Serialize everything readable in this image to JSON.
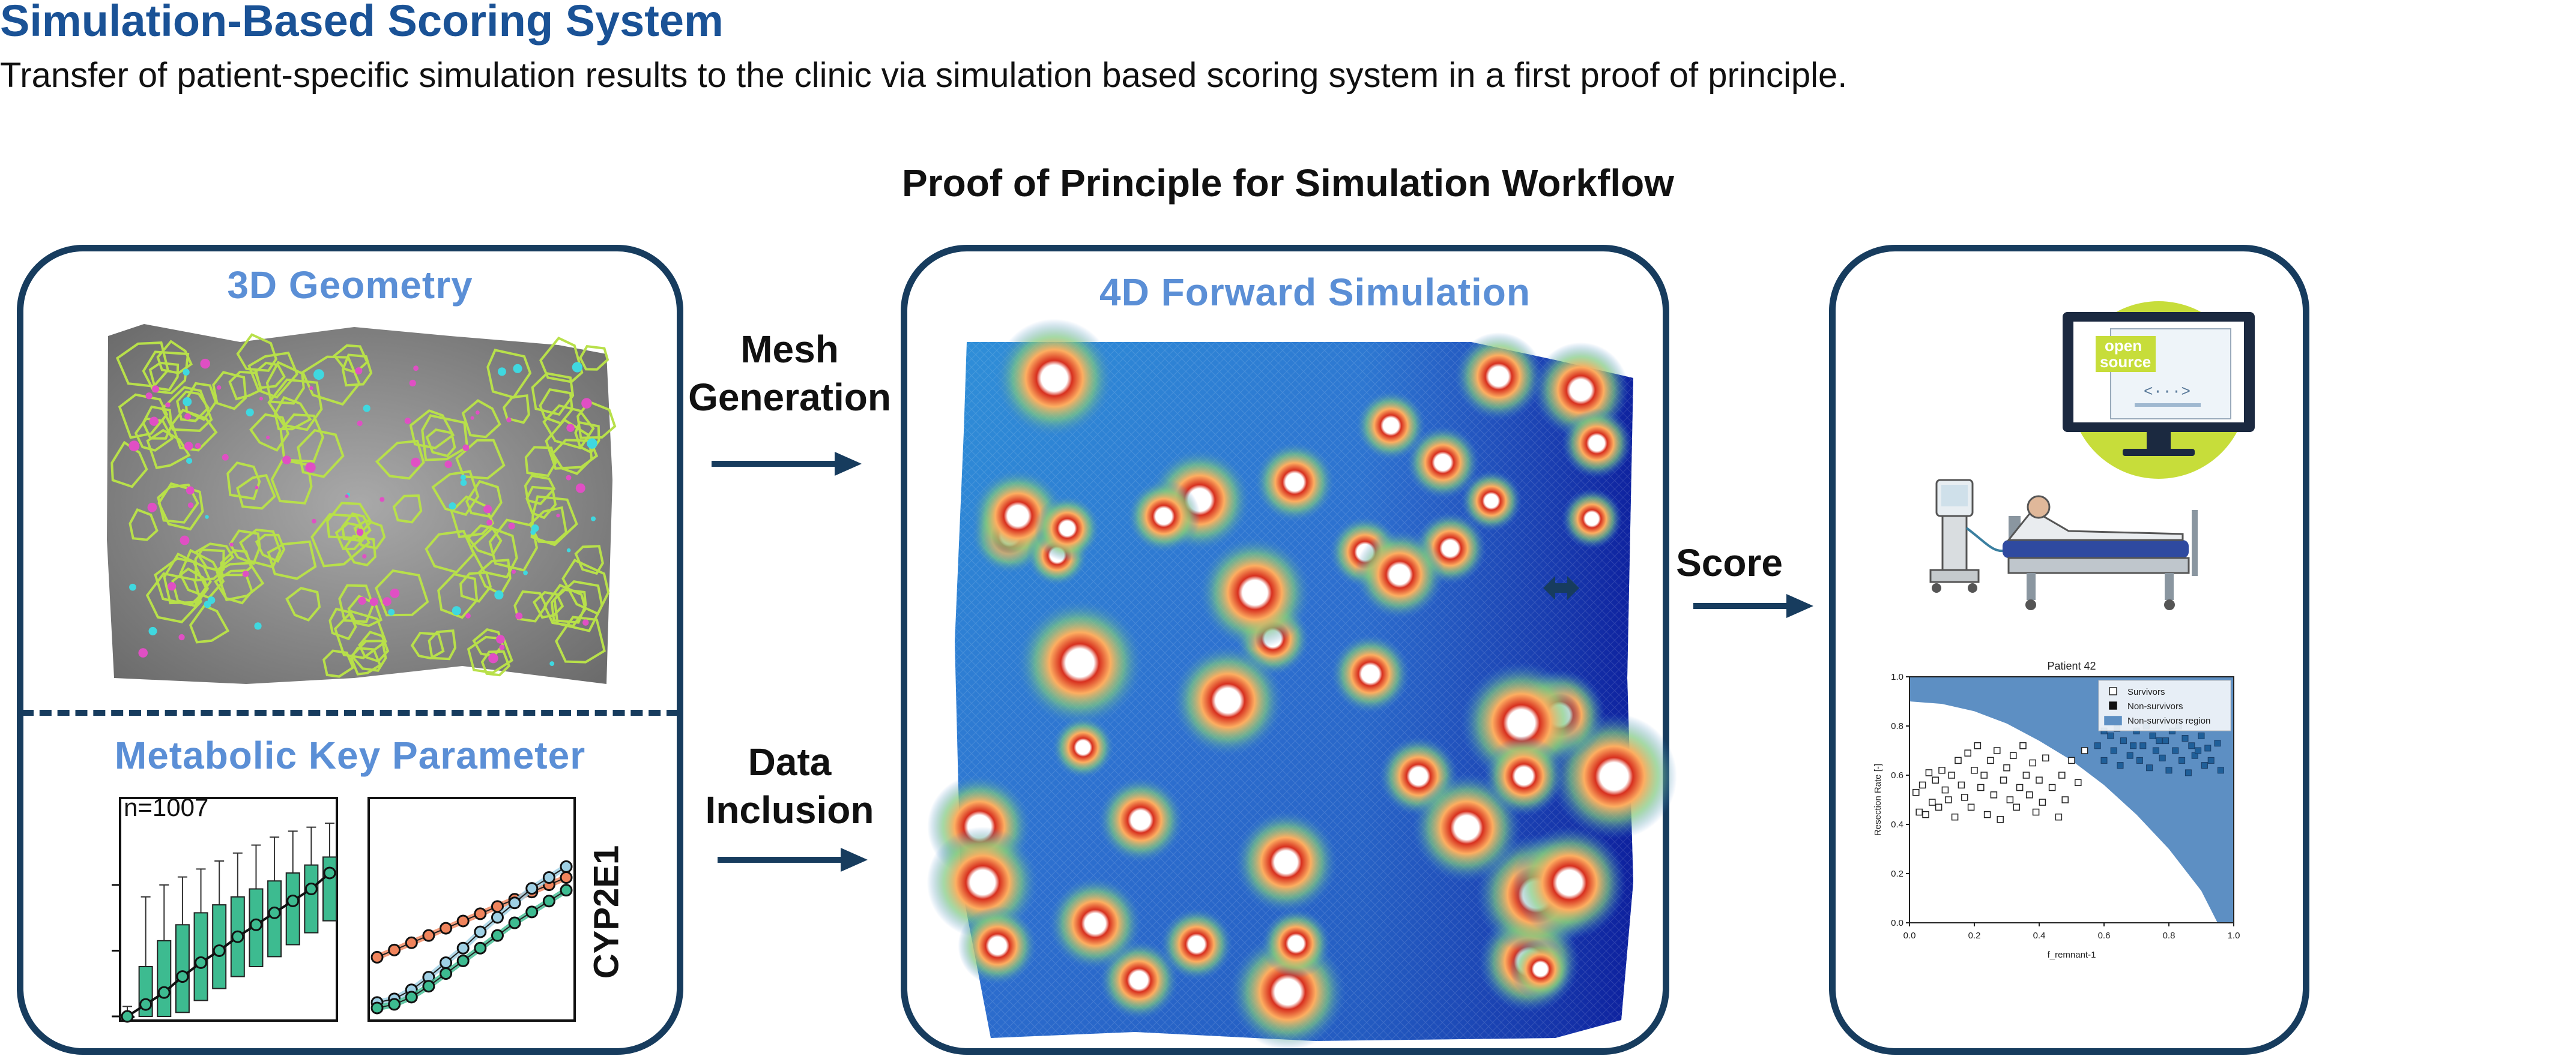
{
  "header": {
    "title": "Simulation-Based Scoring System",
    "subtitle": "Transfer of patient-specific simulation results to the clinic via simulation based scoring system in a first proof of principle."
  },
  "workflow": {
    "heading": "Proof of Principle for Simulation Workflow",
    "geometry_title": "3D Geometry",
    "metabolic_title": "Metabolic Key Parameter",
    "simulation_title": "4D Forward Simulation",
    "mesh_label_1": "Mesh",
    "mesh_label_2": "Generation",
    "data_label_1": "Data",
    "data_label_2": "Inclusion",
    "score_label": "Score"
  },
  "metabolic": {
    "n_label": "n=1007",
    "gene_label": "CYP2E1"
  },
  "open_source": {
    "line1": "open",
    "line2": "source",
    "code": "<···>"
  },
  "colors": {
    "title": "#1a5296",
    "panel_border": "#173c5e",
    "panel_title": "#5b8fd6",
    "box_green": "#3dbb90",
    "orange": "#f0845c",
    "light_blue": "#9fd0e4",
    "region": "#5d8fc3",
    "lime": "#c7dd3a"
  },
  "chart_data": [
    {
      "type": "box",
      "label": "n=1007",
      "x": [
        1,
        2,
        3,
        4,
        5,
        6,
        7,
        8,
        9,
        10,
        11,
        12
      ],
      "median": [
        0,
        0.06,
        0.12,
        0.2,
        0.27,
        0.33,
        0.4,
        0.46,
        0.52,
        0.58,
        0.64,
        0.72
      ],
      "q1": [
        0,
        0,
        0,
        0.02,
        0.08,
        0.14,
        0.2,
        0.25,
        0.3,
        0.36,
        0.42,
        0.48
      ],
      "q3": [
        0,
        0.25,
        0.38,
        0.46,
        0.52,
        0.56,
        0.6,
        0.64,
        0.68,
        0.72,
        0.76,
        0.8
      ],
      "whisker_high": [
        0.05,
        0.6,
        0.66,
        0.7,
        0.74,
        0.78,
        0.82,
        0.86,
        0.9,
        0.93,
        0.95,
        0.97
      ],
      "ylim": [
        0,
        1
      ]
    },
    {
      "type": "line",
      "ylabel": "CYP2E1",
      "x": [
        1,
        2,
        3,
        4,
        5,
        6,
        7,
        8,
        9,
        10,
        11,
        12
      ],
      "series": [
        {
          "color": "#f0845c",
          "values": [
            0.3,
            0.34,
            0.38,
            0.42,
            0.46,
            0.5,
            0.54,
            0.58,
            0.62,
            0.66,
            0.7,
            0.74
          ]
        },
        {
          "color": "#9fd0e4",
          "values": [
            0.05,
            0.07,
            0.12,
            0.19,
            0.27,
            0.35,
            0.44,
            0.52,
            0.6,
            0.68,
            0.74,
            0.8
          ]
        },
        {
          "color": "#3dbb90",
          "values": [
            0.02,
            0.04,
            0.08,
            0.14,
            0.21,
            0.28,
            0.35,
            0.42,
            0.49,
            0.55,
            0.61,
            0.67
          ]
        }
      ],
      "ylim": [
        0,
        1
      ]
    },
    {
      "type": "scatter",
      "title": "Patient 42",
      "xlabel": "f_remnant-1",
      "ylabel": "Resection Rate [-]",
      "xlim": [
        0,
        1
      ],
      "ylim": [
        0,
        1
      ],
      "xticks": [
        "0.0",
        "0.2",
        "0.4",
        "0.6",
        "0.8",
        "1.0"
      ],
      "yticks": [
        "0.0",
        "0.2",
        "0.4",
        "0.6",
        "0.8",
        "1.0"
      ],
      "legend": [
        "Survivors",
        "Non-survivors",
        "Non-survivors region"
      ],
      "legend_position": "top-right",
      "region_boundary": [
        [
          0,
          0.9
        ],
        [
          0.1,
          0.89
        ],
        [
          0.2,
          0.86
        ],
        [
          0.3,
          0.81
        ],
        [
          0.4,
          0.74
        ],
        [
          0.5,
          0.66
        ],
        [
          0.6,
          0.56
        ],
        [
          0.7,
          0.44
        ],
        [
          0.8,
          0.3
        ],
        [
          0.9,
          0.13
        ],
        [
          0.95,
          0.0
        ]
      ],
      "series": [
        {
          "name": "Survivors",
          "points": [
            [
              0.02,
              0.53
            ],
            [
              0.03,
              0.45
            ],
            [
              0.04,
              0.56
            ],
            [
              0.05,
              0.44
            ],
            [
              0.06,
              0.61
            ],
            [
              0.07,
              0.49
            ],
            [
              0.08,
              0.58
            ],
            [
              0.09,
              0.47
            ],
            [
              0.1,
              0.62
            ],
            [
              0.11,
              0.54
            ],
            [
              0.12,
              0.5
            ],
            [
              0.13,
              0.6
            ],
            [
              0.14,
              0.43
            ],
            [
              0.15,
              0.66
            ],
            [
              0.16,
              0.56
            ],
            [
              0.17,
              0.51
            ],
            [
              0.18,
              0.69
            ],
            [
              0.19,
              0.47
            ],
            [
              0.2,
              0.62
            ],
            [
              0.21,
              0.72
            ],
            [
              0.22,
              0.55
            ],
            [
              0.23,
              0.6
            ],
            [
              0.24,
              0.44
            ],
            [
              0.25,
              0.66
            ],
            [
              0.26,
              0.52
            ],
            [
              0.27,
              0.7
            ],
            [
              0.28,
              0.42
            ],
            [
              0.29,
              0.58
            ],
            [
              0.3,
              0.63
            ],
            [
              0.31,
              0.5
            ],
            [
              0.32,
              0.68
            ],
            [
              0.33,
              0.47
            ],
            [
              0.34,
              0.55
            ],
            [
              0.35,
              0.72
            ],
            [
              0.36,
              0.6
            ],
            [
              0.37,
              0.52
            ],
            [
              0.38,
              0.65
            ],
            [
              0.39,
              0.45
            ],
            [
              0.4,
              0.58
            ],
            [
              0.41,
              0.49
            ],
            [
              0.42,
              0.67
            ],
            [
              0.44,
              0.55
            ],
            [
              0.46,
              0.43
            ],
            [
              0.47,
              0.6
            ],
            [
              0.48,
              0.5
            ],
            [
              0.5,
              0.66
            ],
            [
              0.52,
              0.57
            ],
            [
              0.54,
              0.7
            ]
          ]
        },
        {
          "name": "Non-survivors",
          "points": [
            [
              0.58,
              0.72
            ],
            [
              0.6,
              0.66
            ],
            [
              0.62,
              0.76
            ],
            [
              0.63,
              0.7
            ],
            [
              0.65,
              0.64
            ],
            [
              0.66,
              0.74
            ],
            [
              0.68,
              0.68
            ],
            [
              0.7,
              0.78
            ],
            [
              0.71,
              0.66
            ],
            [
              0.72,
              0.72
            ],
            [
              0.74,
              0.63
            ],
            [
              0.75,
              0.76
            ],
            [
              0.76,
              0.7
            ],
            [
              0.78,
              0.67
            ],
            [
              0.79,
              0.74
            ],
            [
              0.8,
              0.62
            ],
            [
              0.81,
              0.78
            ],
            [
              0.82,
              0.7
            ],
            [
              0.84,
              0.66
            ],
            [
              0.85,
              0.75
            ],
            [
              0.86,
              0.61
            ],
            [
              0.87,
              0.72
            ],
            [
              0.88,
              0.68
            ],
            [
              0.9,
              0.76
            ],
            [
              0.91,
              0.64
            ],
            [
              0.92,
              0.71
            ],
            [
              0.93,
              0.66
            ],
            [
              0.95,
              0.73
            ],
            [
              0.96,
              0.62
            ],
            [
              0.6,
              0.78
            ],
            [
              0.64,
              0.79
            ],
            [
              0.69,
              0.72
            ],
            [
              0.73,
              0.8
            ],
            [
              0.77,
              0.74
            ],
            [
              0.83,
              0.8
            ],
            [
              0.89,
              0.7
            ]
          ]
        }
      ]
    }
  ]
}
